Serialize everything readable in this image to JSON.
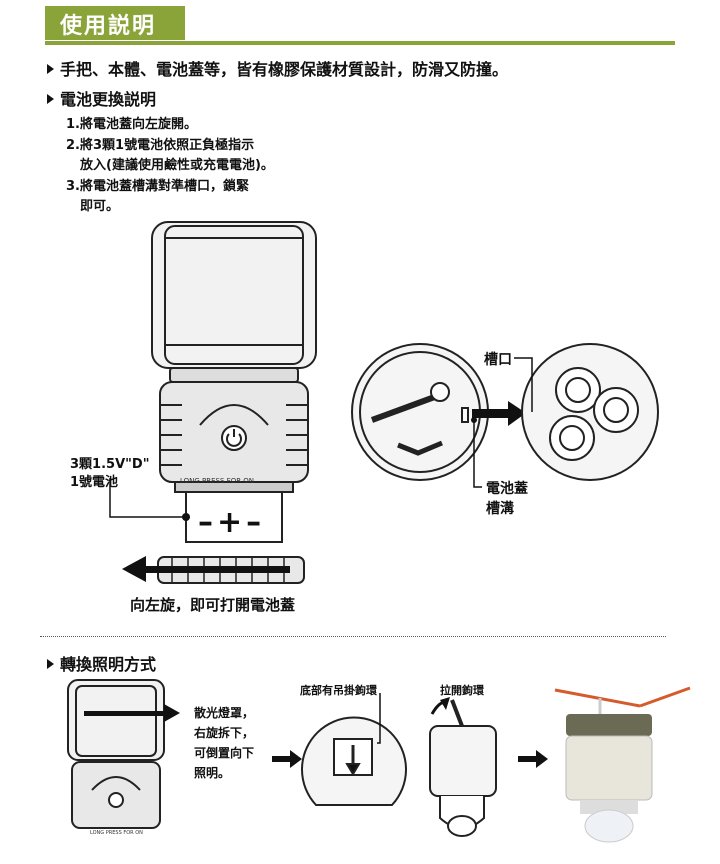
{
  "header": {
    "title": "使用説明"
  },
  "section1": {
    "bullet1": "手把、本體、電池蓋等，皆有橡膠保護材質設計，防滑又防撞。",
    "bullet2": "電池更換説明",
    "steps": [
      "1.將電池蓋向左旋開。",
      "2.將3顆1號電池依照正負極指示",
      "放入(建議使用鹼性或充電電池)。",
      "3.將電池蓋槽溝對準槽口，鎖緊",
      "即可。"
    ],
    "battery_label_line1": "3顆1.5V\"D\"",
    "battery_label_line2": "1號電池",
    "device_text": "LONG PRESS FOR ON",
    "slot_label": "槽口",
    "groove_label_line1": "電池蓋",
    "groove_label_line2": "槽溝",
    "rotate_caption": "向左旋，即可打開電池蓋",
    "polarity": "–+–"
  },
  "section2": {
    "title": "轉換照明方式",
    "note_lines": [
      "散光燈罩，",
      "右旋拆下，",
      "可倒置向下",
      "照明。"
    ],
    "hook_label": "底部有吊掛鉤環",
    "pull_label": "拉開鉤環",
    "device_text_small": "LONG PRESS FOR ON"
  },
  "colors": {
    "accent": "#8ba43a",
    "ink": "#111111",
    "device_body": "#e8e8e8",
    "device_dark": "#6b6a55"
  }
}
